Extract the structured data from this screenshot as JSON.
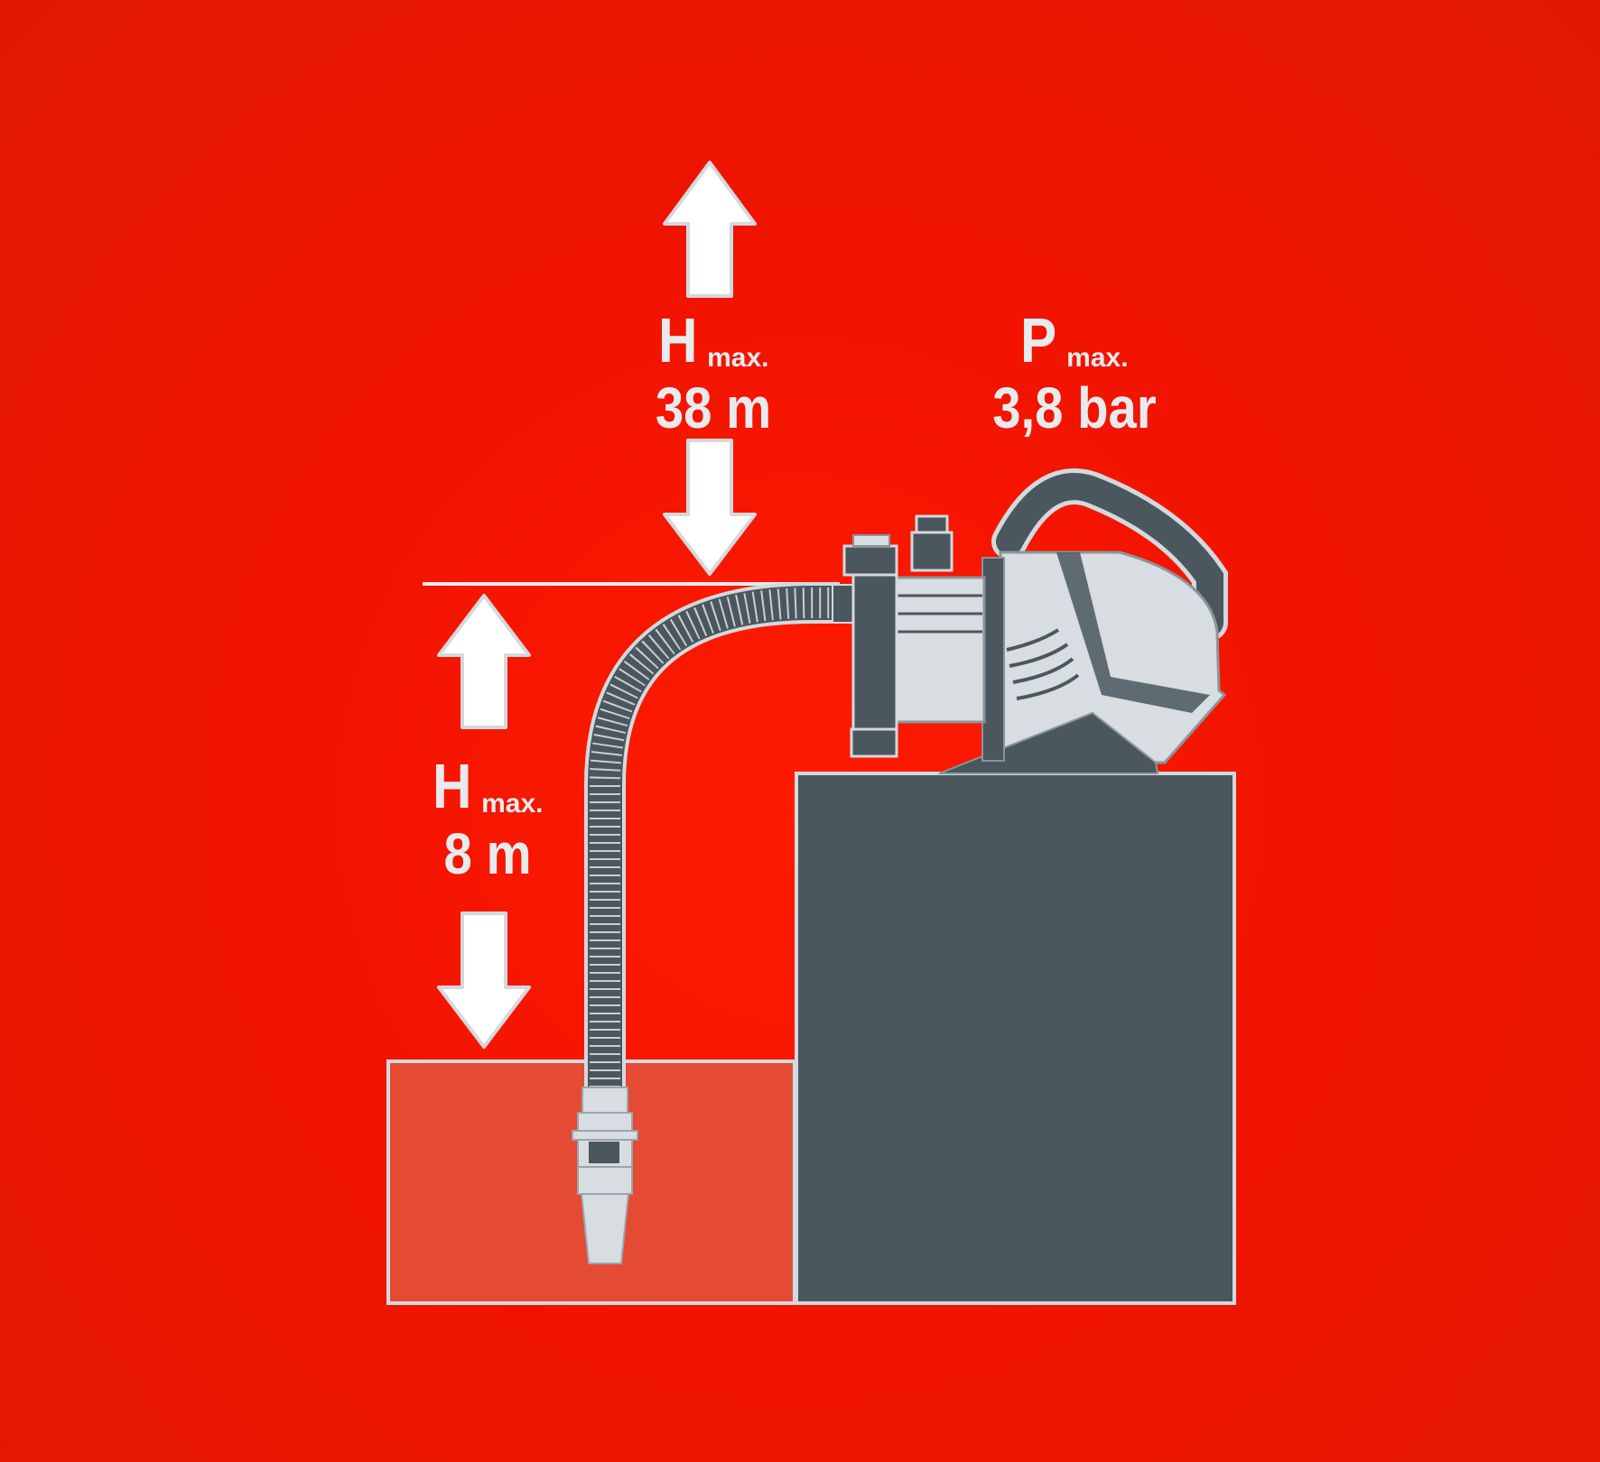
{
  "labels": {
    "delivery_head": {
      "symbol": "H",
      "qualifier": "max.",
      "value": "38 m"
    },
    "suction_head": {
      "symbol": "H",
      "qualifier": "max.",
      "value": "8 m"
    },
    "pressure": {
      "symbol": "P",
      "qualifier": "max.",
      "value": "3,8 bar"
    }
  },
  "colors": {
    "background": "#f21400",
    "arrow": "#ffffff",
    "line": "#e7ebed",
    "dark_gray": "#4a575e",
    "light_gray": "#d7dde0",
    "water": "#e84a36"
  },
  "icons": {
    "pump": "garden-pump-icon",
    "arrows": "double-arrow-icon",
    "suction_filter": "foot-valve-icon"
  }
}
